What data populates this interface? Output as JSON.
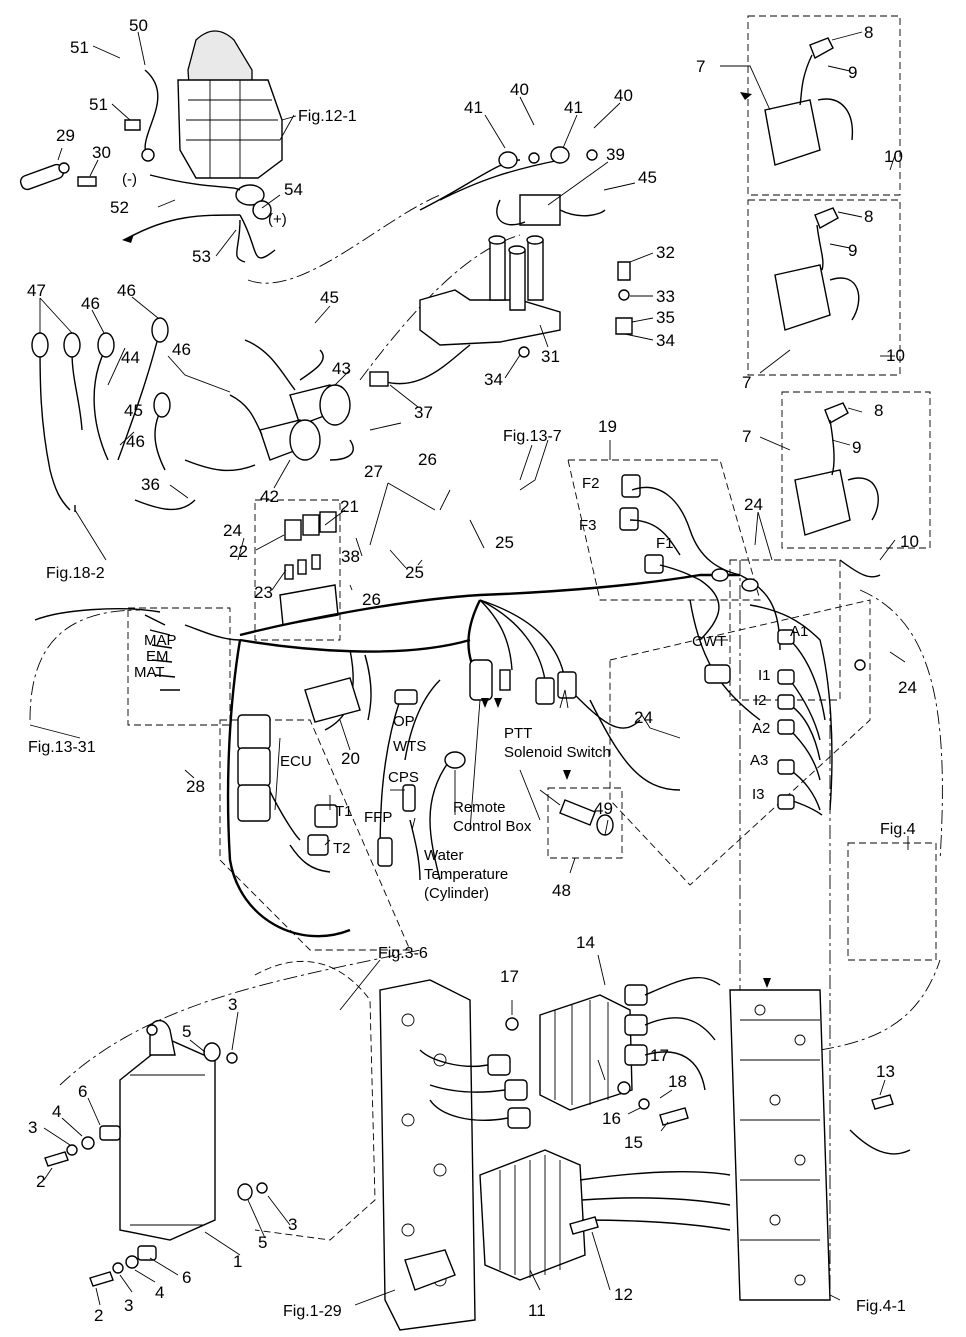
{
  "diagram": {
    "figure_refs": {
      "fig_12_1": "Fig.12-1",
      "fig_13_7": "Fig.13-7",
      "fig_18_2": "Fig.18-2",
      "fig_13_31": "Fig.13-31",
      "fig_3_6": "Fig.3-6",
      "fig_4": "Fig.4",
      "fig_4_1": "Fig.4-1",
      "fig_1_29": "Fig.1-29"
    },
    "polarity": {
      "neg": "(-)",
      "pos": "(+)"
    },
    "connectors": {
      "map": "MAP",
      "em": "EM",
      "mat": "MAT",
      "ecu": "ECU",
      "op": "OP",
      "wts": "WTS",
      "cps": "CPS",
      "ffp": "FFP",
      "t1": "T1",
      "t2": "T2",
      "f1": "F1",
      "f2": "F2",
      "f3": "F3",
      "cwt": "CWT",
      "a1": "A1",
      "i1": "I1",
      "i2": "I2",
      "a2": "A2",
      "a3": "A3",
      "i3": "I3"
    },
    "texts": {
      "ptt_1": "PTT",
      "ptt_2": "Solenoid Switch",
      "remote_1": "Remote",
      "remote_2": "Control Box",
      "water_1": "Water",
      "water_2": "Temperature",
      "water_3": "(Cylinder)"
    },
    "callouts": [
      "50",
      "51",
      "51",
      "29",
      "30",
      "52",
      "53",
      "54",
      "40",
      "40",
      "41",
      "41",
      "39",
      "45",
      "32",
      "33",
      "35",
      "34",
      "34",
      "31",
      "37",
      "47",
      "46",
      "46",
      "46",
      "44",
      "43",
      "45",
      "45",
      "46",
      "42",
      "36",
      "24",
      "22",
      "23",
      "21",
      "38",
      "26",
      "27",
      "26",
      "25",
      "25",
      "19",
      "8",
      "9",
      "10",
      "7",
      "8",
      "9",
      "10",
      "7",
      "7",
      "8",
      "9",
      "10",
      "24",
      "24",
      "24",
      "20",
      "28",
      "49",
      "48",
      "14",
      "17",
      "17",
      "18",
      "16",
      "15",
      "13",
      "3",
      "5",
      "4",
      "6",
      "3",
      "2",
      "5",
      "3",
      "1",
      "6",
      "4",
      "3",
      "2",
      "12",
      "11"
    ]
  }
}
